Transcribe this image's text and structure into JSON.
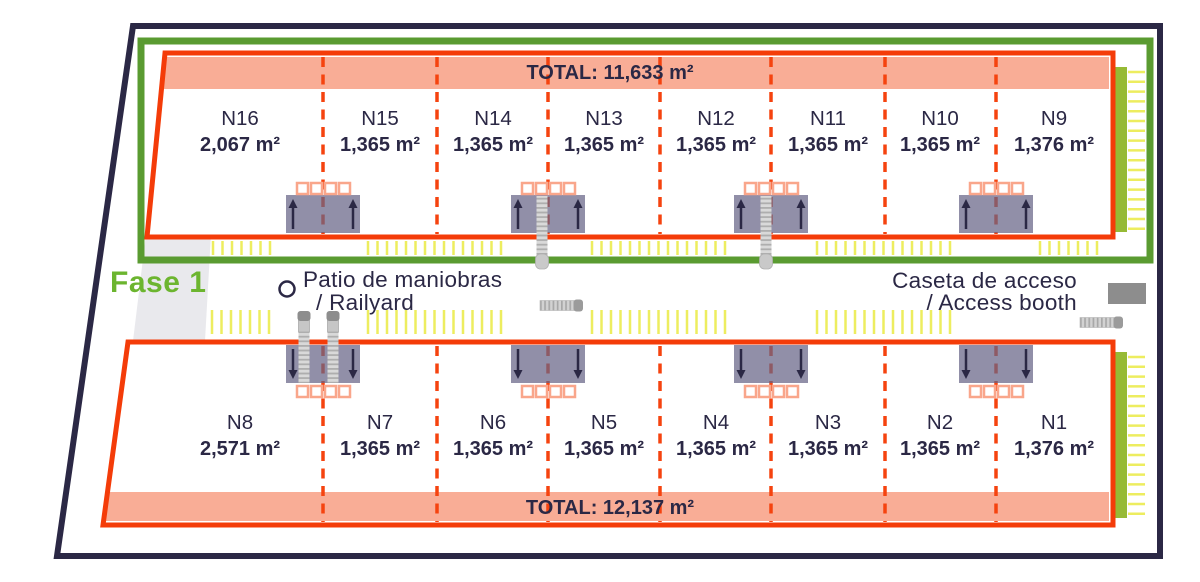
{
  "phase": {
    "label": "Fase 1"
  },
  "yard": {
    "railyard_label_line1": "Patio de maniobras",
    "railyard_label_line2": "/ Railyard",
    "access_label_line1": "Caseta de acceso",
    "access_label_line2": "/ Access booth"
  },
  "buildings": [
    {
      "name": "north",
      "total": "TOTAL: 11,633 m²",
      "units": [
        {
          "id": "N16",
          "area": "2,067 m²"
        },
        {
          "id": "N15",
          "area": "1,365 m²"
        },
        {
          "id": "N14",
          "area": "1,365 m²"
        },
        {
          "id": "N13",
          "area": "1,365 m²"
        },
        {
          "id": "N12",
          "area": "1,365 m²"
        },
        {
          "id": "N11",
          "area": "1,365 m²"
        },
        {
          "id": "N10",
          "area": "1,365 m²"
        },
        {
          "id": "N9",
          "area": "1,376 m²"
        }
      ]
    },
    {
      "name": "south",
      "total": "TOTAL: 12,137 m²",
      "units": [
        {
          "id": "N8",
          "area": "2,571 m²"
        },
        {
          "id": "N7",
          "area": "1,365 m²"
        },
        {
          "id": "N6",
          "area": "1,365 m²"
        },
        {
          "id": "N5",
          "area": "1,365 m²"
        },
        {
          "id": "N4",
          "area": "1,365 m²"
        },
        {
          "id": "N3",
          "area": "1,365 m²"
        },
        {
          "id": "N2",
          "area": "1,365 m²"
        },
        {
          "id": "N1",
          "area": "1,376 m²"
        }
      ]
    }
  ],
  "colors": {
    "site_outline": "#2b2845",
    "building_outline": "#f43c09",
    "unit_divider": "#f5430f",
    "total_band": "#f9ad96",
    "phase_border": "#5a9b31",
    "phase_text": "#6cb52f",
    "grass": "#96ba35",
    "parking_lines": "#eded5f",
    "dock": "#676486",
    "dock_door": "#f9a68b",
    "text": "#2b2845",
    "road": "#e9e9ed",
    "booth": "#8d8d8d"
  }
}
